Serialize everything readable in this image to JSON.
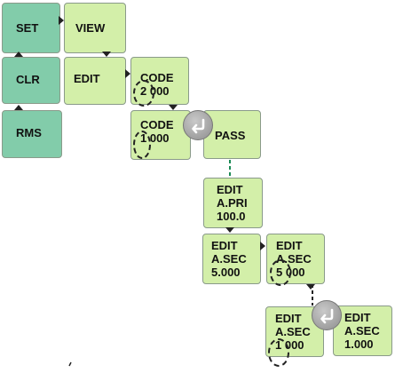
{
  "nodes": {
    "set": {
      "lines": [
        "SET"
      ]
    },
    "clr": {
      "lines": [
        "CLR"
      ]
    },
    "rms": {
      "lines": [
        "RMS"
      ]
    },
    "view": {
      "lines": [
        "VIEW"
      ]
    },
    "edit": {
      "lines": [
        "EDIT"
      ]
    },
    "code_2000": {
      "lines": [
        "CODE",
        "2 000"
      ]
    },
    "code_1000": {
      "lines": [
        "CODE",
        "1 000"
      ]
    },
    "pass": {
      "lines": [
        "PASS"
      ]
    },
    "edit_apri": {
      "lines": [
        "EDIT",
        "A.PRI",
        "100.0"
      ]
    },
    "edit_asec_5000_left": {
      "lines": [
        "EDIT",
        "A.SEC",
        "5.000"
      ]
    },
    "edit_asec_5000_right": {
      "lines": [
        "EDIT",
        "A.SEC",
        "5 000"
      ]
    },
    "edit_asec_1000_left": {
      "lines": [
        "EDIT",
        "A.SEC",
        "1 000"
      ]
    },
    "edit_asec_1000_right": {
      "lines": [
        "EDIT",
        "A.SEC",
        "1.000"
      ]
    }
  },
  "icons": {
    "enter": "enter-return-icon"
  },
  "colors": {
    "node_fill": "#d3efa9",
    "menu_fill": "#82ccaa",
    "connector_green": "#1a8a55",
    "connector_black": "#222222"
  }
}
